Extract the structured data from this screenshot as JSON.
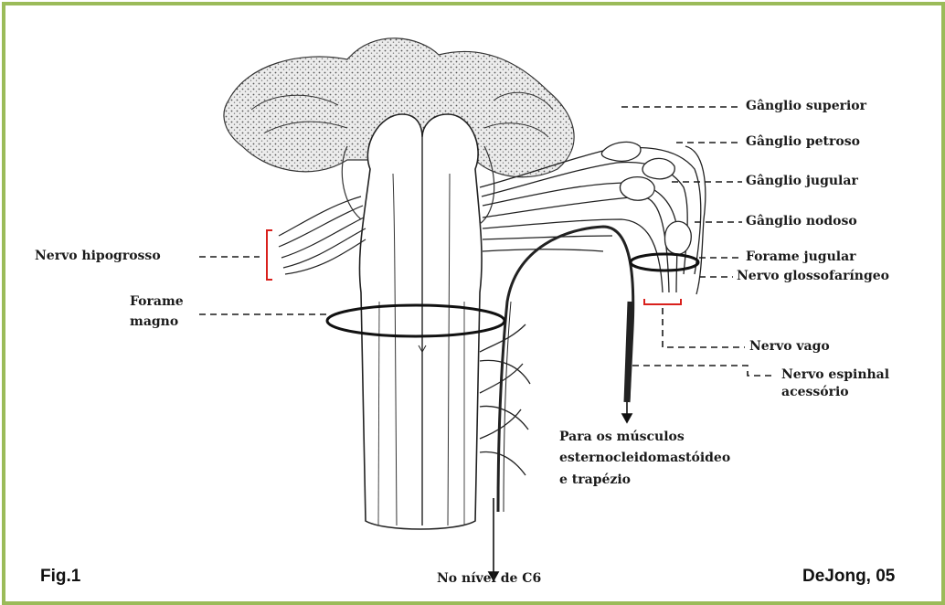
{
  "colors": {
    "frame": "#9bbb59",
    "line": "#1a1a1a",
    "bracket": "#d9201c"
  },
  "labels": {
    "ganglio_superior": "Gânglio superior",
    "ganglio_petroso": "Gânglio petroso",
    "ganglio_jugular": "Gânglio jugular",
    "ganglio_nodoso": "Gânglio nodoso",
    "forame_jugular": "Forame jugular",
    "nervo_glossofaringeo": "Nervo glossofaríngeo",
    "nervo_vago": "Nervo vago",
    "nervo_espinhal": "Nervo espinhal",
    "acessorio": "acessório",
    "para_os_musculos": "Para os músculos",
    "esternocleidomastoideo": "esternocleidomastóideo",
    "e_trapezio": "e trapézio",
    "nervo_hipogrosso": "Nervo hipogrosso",
    "forame": "Forame",
    "magno": "magno",
    "no_nivel_c6": "No nível de C6"
  },
  "footer": {
    "fig_label": "Fig.1",
    "credit": "DeJong, 05"
  }
}
